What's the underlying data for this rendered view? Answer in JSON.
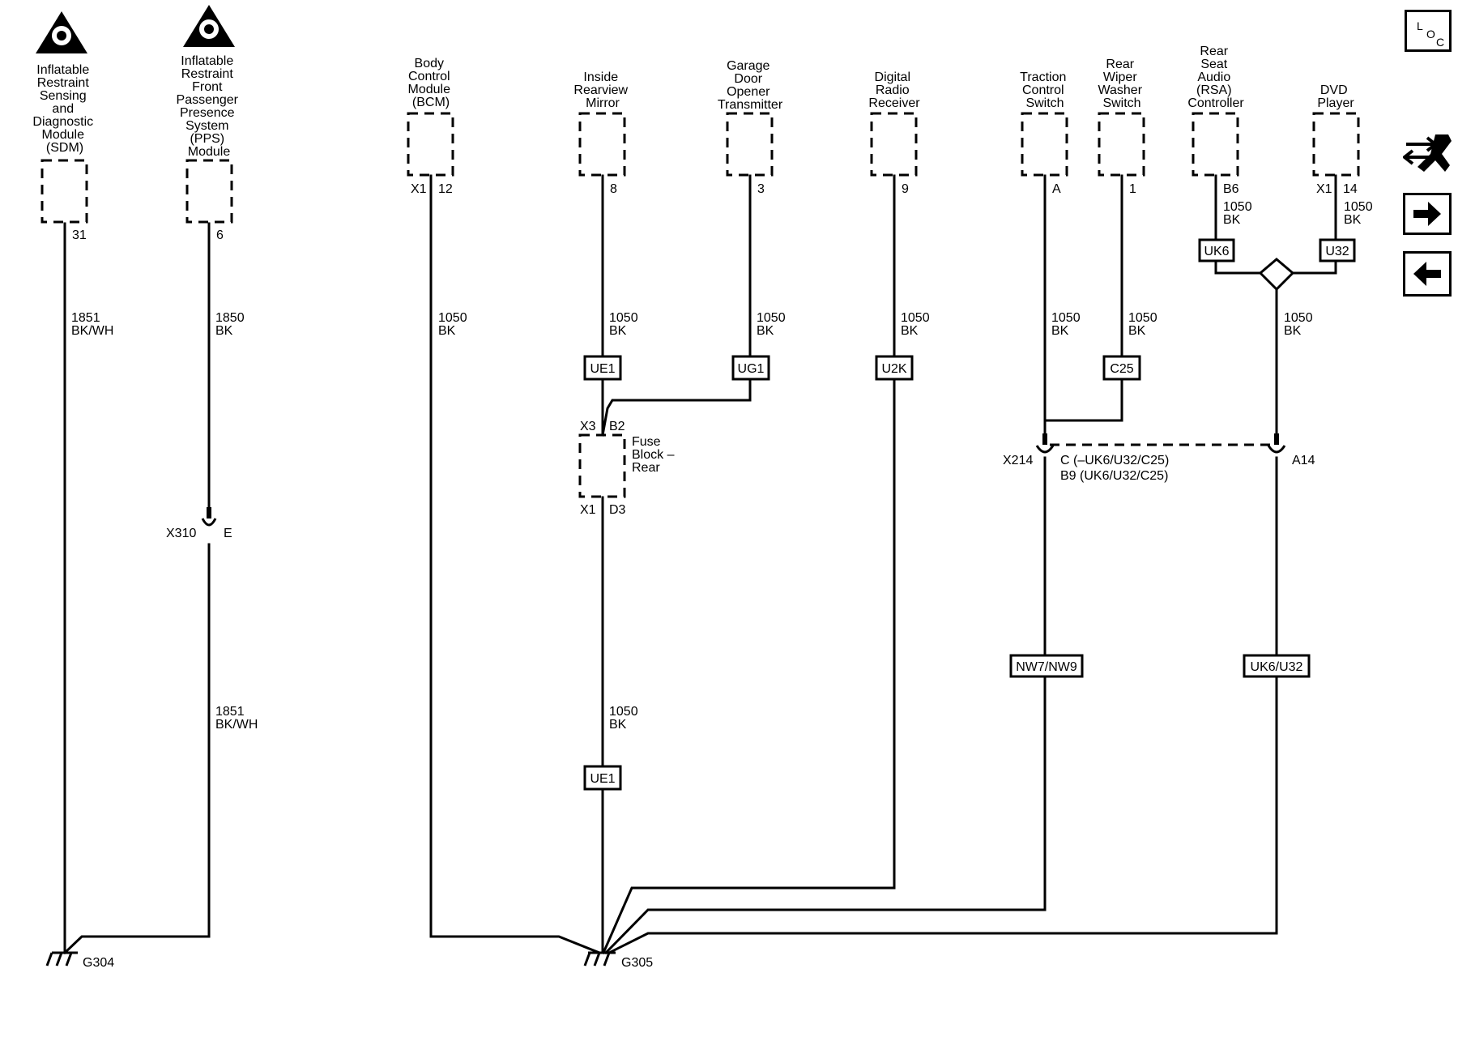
{
  "components": {
    "sdm": {
      "lines": [
        "Inflatable",
        "Restraint",
        "Sensing",
        "and",
        "Diagnostic",
        "Module",
        "(SDM)"
      ],
      "pin": "31",
      "wire_upper": {
        "circuit": "1851",
        "color": "BK/WH"
      }
    },
    "pps": {
      "lines": [
        "Inflatable",
        "Restraint",
        "Front",
        "Passenger",
        "Presence",
        "System",
        "(PPS)",
        "Module"
      ],
      "pin": "6",
      "wire_upper": {
        "circuit": "1850",
        "color": "BK"
      },
      "inline_connector": {
        "name": "X310",
        "pin": "E"
      },
      "wire_lower": {
        "circuit": "1851",
        "color": "BK/WH"
      }
    },
    "bcm": {
      "lines": [
        "Body",
        "Control",
        "Module",
        "(BCM)"
      ],
      "connector": "X1",
      "pin": "12",
      "wire": {
        "circuit": "1050",
        "color": "BK"
      }
    },
    "mirror": {
      "lines": [
        "Inside",
        "Rearview",
        "Mirror"
      ],
      "pin": "8",
      "wire": {
        "circuit": "1050",
        "color": "BK"
      },
      "option": "UE1"
    },
    "garage": {
      "lines": [
        "Garage",
        "Door",
        "Opener",
        "Transmitter"
      ],
      "pin": "3",
      "wire": {
        "circuit": "1050",
        "color": "BK"
      },
      "option": "UG1"
    },
    "radio": {
      "lines": [
        "Digital",
        "Radio",
        "Receiver"
      ],
      "pin": "9",
      "wire": {
        "circuit": "1050",
        "color": "BK"
      },
      "option": "U2K"
    },
    "traction": {
      "lines": [
        "Traction",
        "Control",
        "Switch"
      ],
      "pin": "A",
      "wire": {
        "circuit": "1050",
        "color": "BK"
      }
    },
    "wiper": {
      "lines": [
        "Rear",
        "Wiper",
        "Washer",
        "Switch"
      ],
      "pin": "1",
      "wire": {
        "circuit": "1050",
        "color": "BK"
      },
      "option": "C25"
    },
    "rsa": {
      "lines": [
        "Rear",
        "Seat",
        "Audio",
        "(RSA)",
        "Controller"
      ],
      "pin": "B6",
      "wire": {
        "circuit": "1050",
        "color": "BK"
      },
      "option": "UK6"
    },
    "dvd": {
      "lines": [
        "DVD",
        "Player"
      ],
      "connector": "X1",
      "pin": "14",
      "wire": {
        "circuit": "1050",
        "color": "BK"
      },
      "option": "U32"
    }
  },
  "fuse_block": {
    "lines": [
      "Fuse",
      "Block –",
      "Rear"
    ],
    "top_connector": "X3",
    "top_pin": "B2",
    "bottom_connector": "X1",
    "bottom_pin": "D3",
    "lower_wire": {
      "circuit": "1050",
      "color": "BK"
    },
    "lower_option": "UE1"
  },
  "x214": {
    "name": "X214",
    "pin_label_1": "C (–UK6/U32/C25)",
    "pin_label_2": "B9 (UK6/U32/C25)",
    "right_pin": "A14"
  },
  "splice_wire": {
    "circuit": "1050",
    "color": "BK"
  },
  "options_lower": {
    "traction": "NW7/NW9",
    "rsa_dvd": "UK6/U32"
  },
  "grounds": {
    "left": "G304",
    "right": "G305"
  },
  "nav": {
    "loc_icon": "location-view",
    "schematic_icon": "schematic-view",
    "next_icon": "arrow-right",
    "prev_icon": "arrow-left"
  }
}
